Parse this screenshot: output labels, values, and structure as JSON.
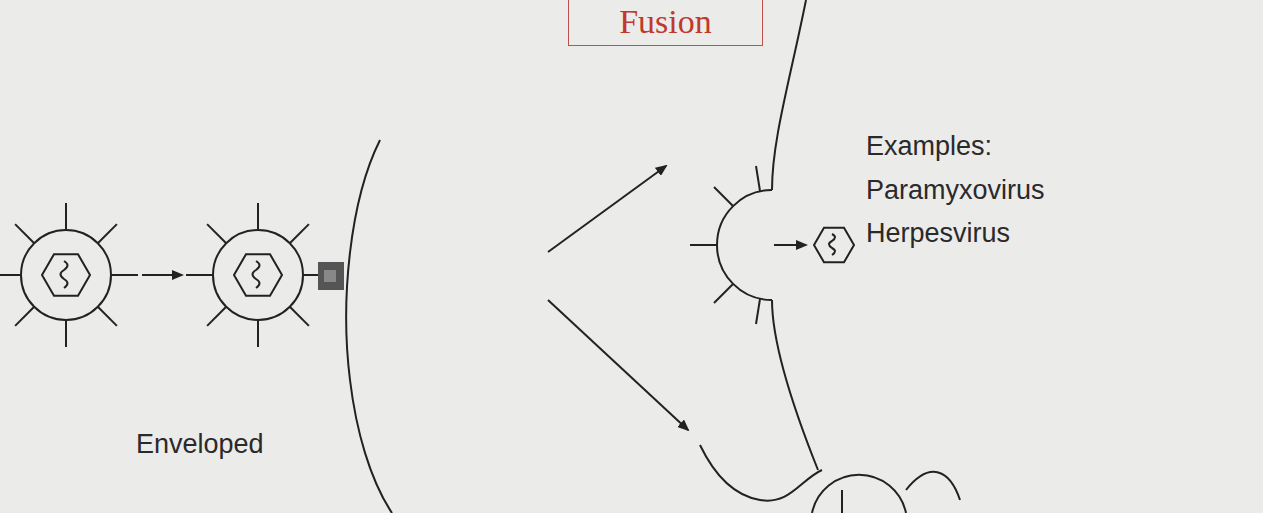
{
  "diagram": {
    "nodes": [
      {
        "text": [
          "Fusion"
        ]
      }
    ],
    "labels": [
      "Examples:",
      "Paramyxovirus",
      "Herpesvirus",
      "Enveloped"
    ]
  }
}
